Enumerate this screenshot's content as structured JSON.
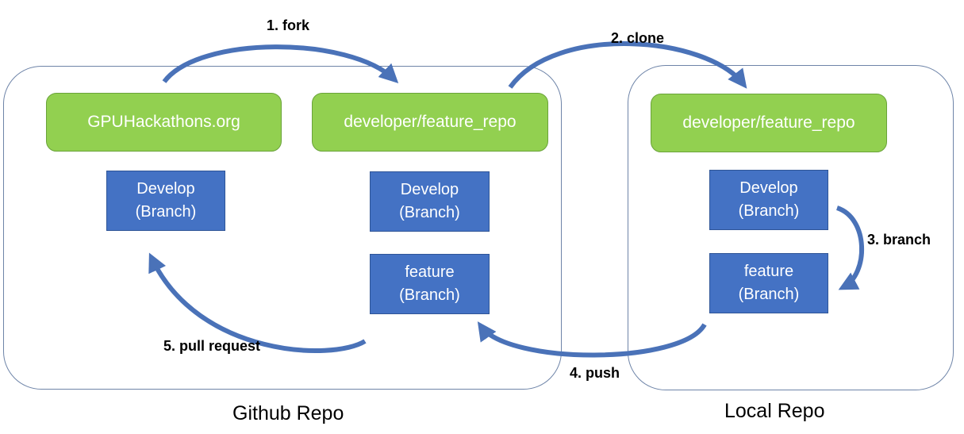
{
  "github": {
    "caption": "Github Repo",
    "upstream_repo": "GPUHackathons.org",
    "fork_repo": "developer/feature_repo",
    "upstream_develop": {
      "line1": "Develop",
      "line2": "(Branch)"
    },
    "fork_develop": {
      "line1": "Develop",
      "line2": "(Branch)"
    },
    "fork_feature": {
      "line1": "feature",
      "line2": "(Branch)"
    }
  },
  "local": {
    "caption": "Local Repo",
    "repo": "developer/feature_repo",
    "develop": {
      "line1": "Develop",
      "line2": "(Branch)"
    },
    "feature": {
      "line1": "feature",
      "line2": "(Branch)"
    }
  },
  "steps": {
    "fork": "1. fork",
    "clone": "2. clone",
    "branch": "3. branch",
    "push": "4. push",
    "pull_request": "5. pull request"
  },
  "colors": {
    "repo_fill": "#92d050",
    "branch_fill": "#4472c4",
    "arrow": "#4a72b8",
    "container_border": "#6e84a8"
  }
}
